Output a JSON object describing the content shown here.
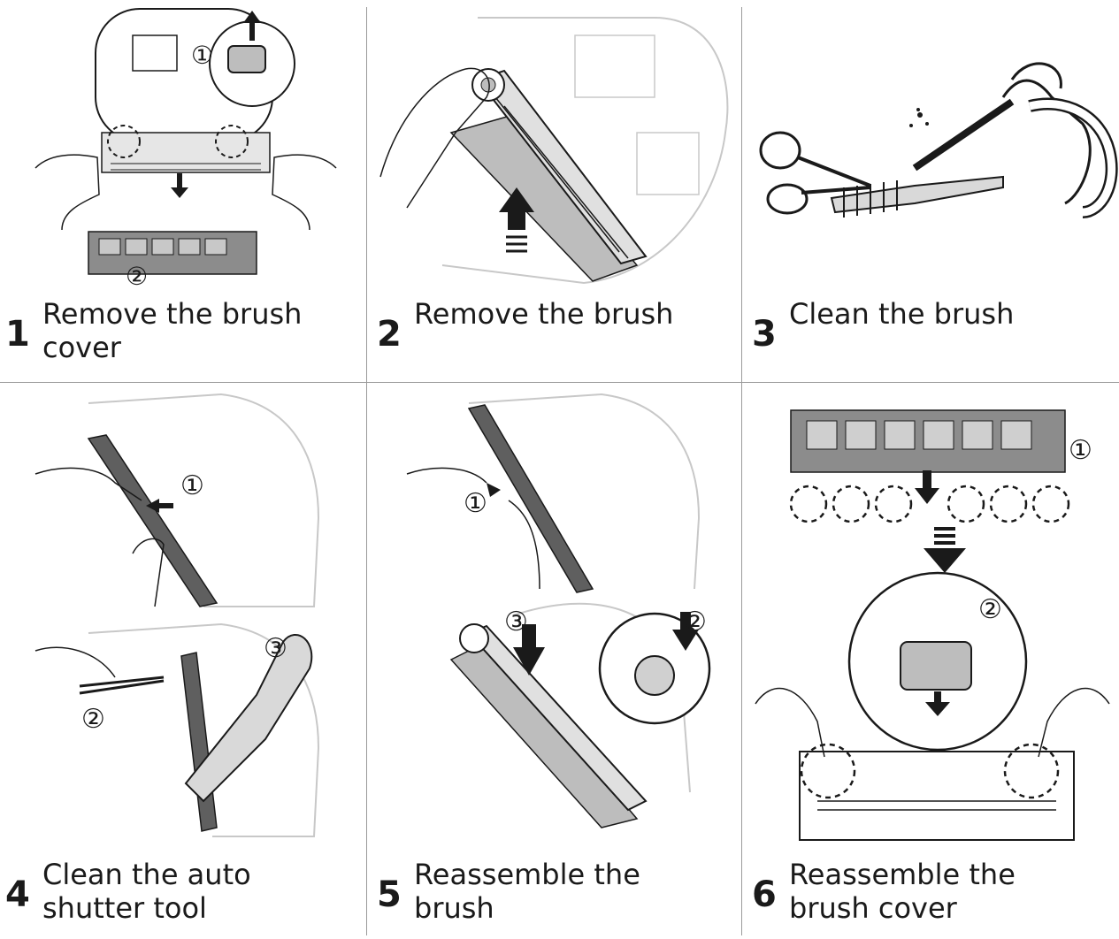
{
  "steps": [
    {
      "num": "1",
      "text": "Remove the brush cover",
      "icon": "brush-cover-remove-illustration",
      "markers": [
        "①",
        "②"
      ]
    },
    {
      "num": "2",
      "text": "Remove the brush",
      "icon": "brush-remove-illustration",
      "markers": []
    },
    {
      "num": "3",
      "text": "Clean the brush",
      "icon": "brush-clean-illustration",
      "markers": []
    },
    {
      "num": "4",
      "text": "Clean the auto shutter tool",
      "icon": "shutter-clean-illustration",
      "markers": [
        "①",
        "②",
        "③"
      ]
    },
    {
      "num": "5",
      "text": "Reassemble the brush",
      "icon": "brush-reassemble-illustration",
      "markers": [
        "①",
        "②",
        "③"
      ]
    },
    {
      "num": "6",
      "text": "Reassemble the brush cover",
      "icon": "brush-cover-reassemble-illustration",
      "markers": [
        "①",
        "②"
      ]
    }
  ],
  "colors": {
    "line": "#9a9a9a",
    "ink": "#1a1a1a",
    "gray_part": "#8c8c8c",
    "light_part": "#c8c8c8"
  }
}
